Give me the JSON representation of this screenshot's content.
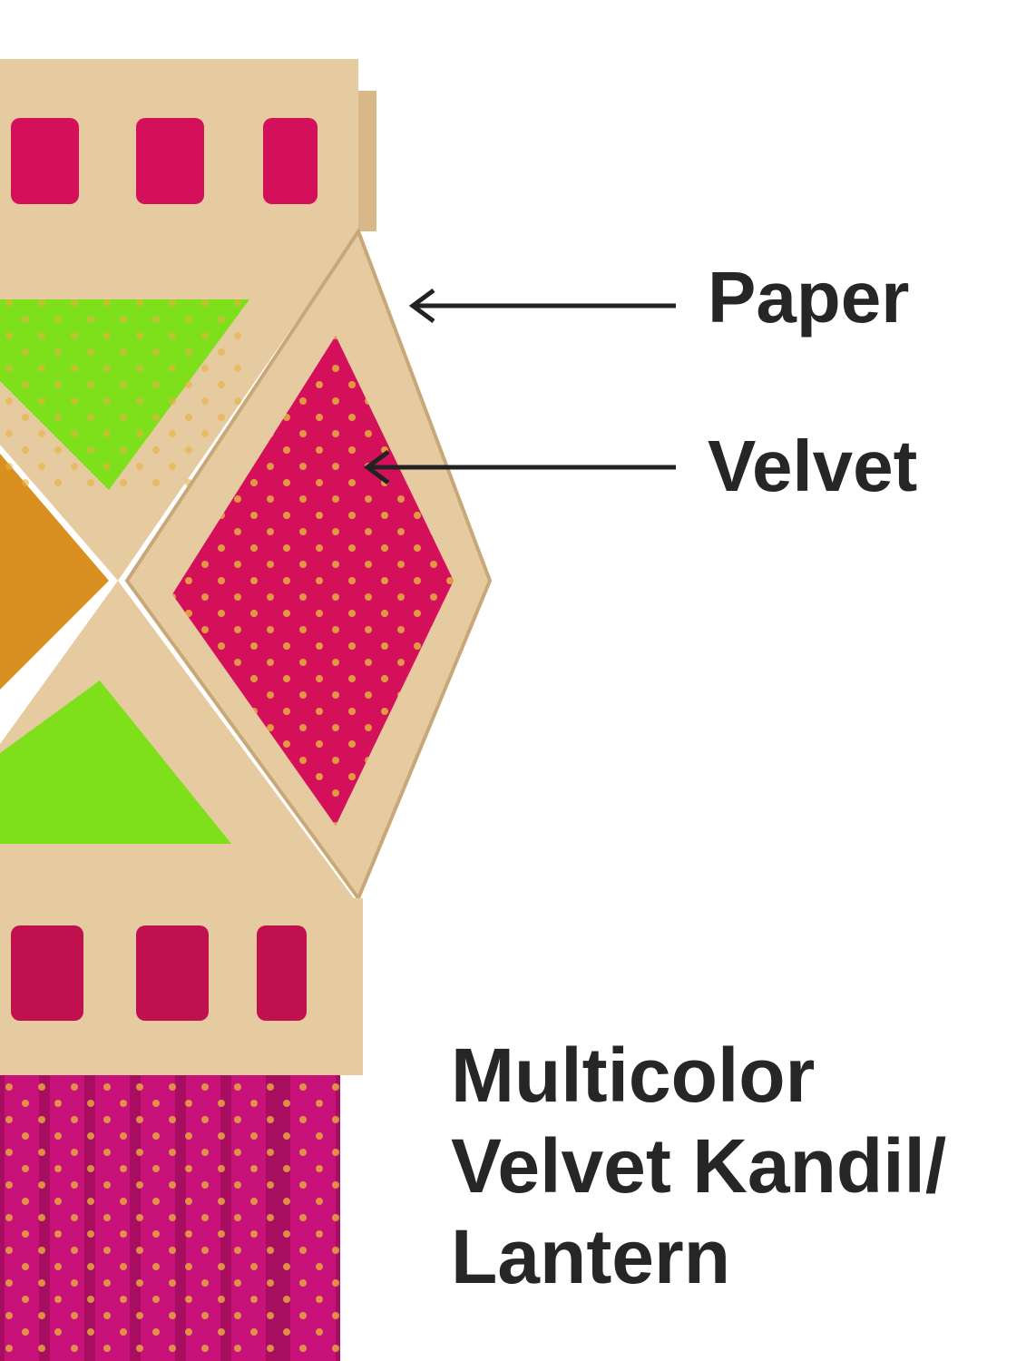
{
  "callouts": {
    "paper": "Paper",
    "velvet": "Velvet"
  },
  "title": {
    "line1": "Multicolor",
    "line2": "Velvet Kandil/",
    "line3": "Lantern"
  },
  "colors": {
    "paper": "#e6caa0",
    "velvet_pink": "#d4105a",
    "green": "#7ee01a",
    "orange": "#d99020",
    "fringe": "#b0106a",
    "text": "#262626"
  }
}
